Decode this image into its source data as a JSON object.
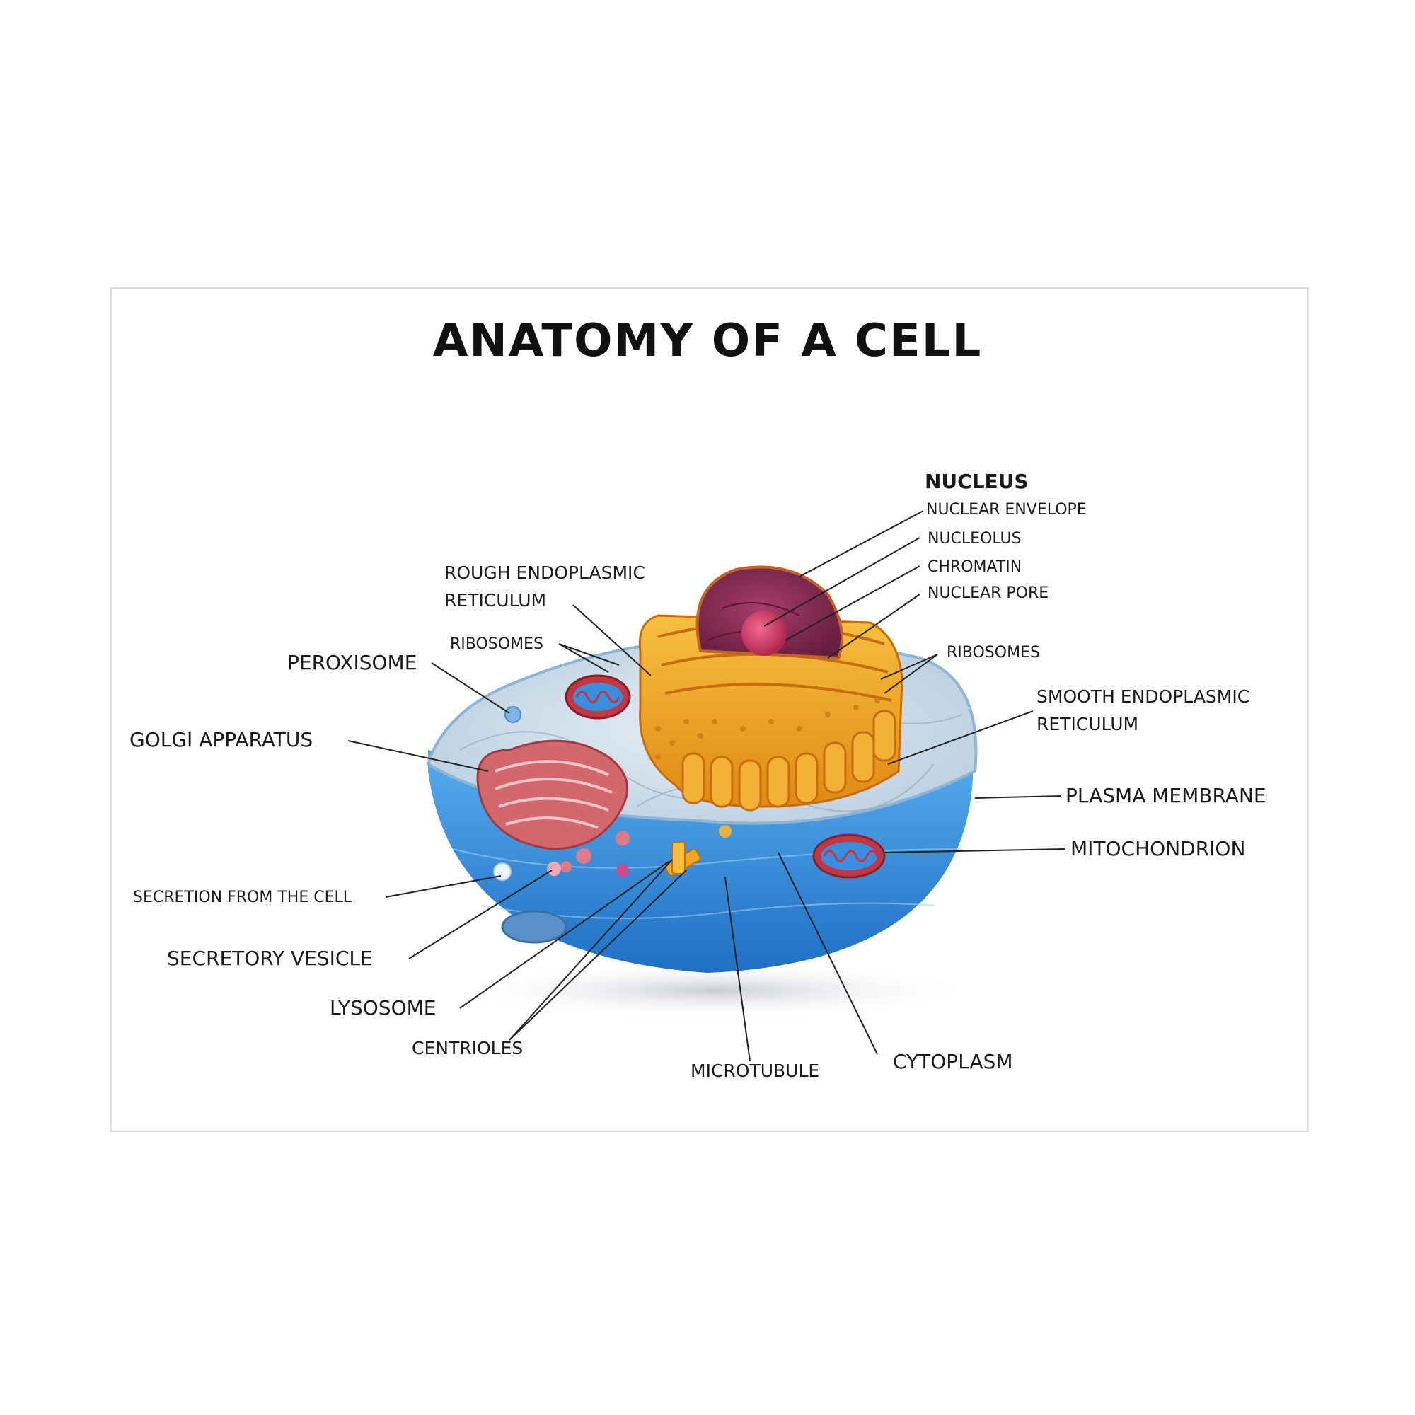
{
  "title": "ANATOMY OF A CELL",
  "labels": {
    "nucleus": "NUCLEUS",
    "nuclear_envelope": "NUCLEAR ENVELOPE",
    "nucleolus": "NUCLEOLUS",
    "chromatin": "CHROMATIN",
    "nuclear_pore": "NUCLEAR PORE",
    "rough_er_line1": "ROUGH ENDOPLASMIC",
    "rough_er_line2": "RETICULUM",
    "ribosomes_left": "RIBOSOMES",
    "ribosomes_right": "RIBOSOMES",
    "peroxisome": "PEROXISOME",
    "golgi": "GOLGI APPARATUS",
    "smooth_er_line1": "SMOOTH ENDOPLASMIC",
    "smooth_er_line2": "RETICULUM",
    "plasma_membrane": "PLASMA MEMBRANE",
    "mitochondrion": "MITOCHONDRION",
    "secretion": "SECRETION FROM THE CELL",
    "secretory_vesicle": "SECRETORY VESICLE",
    "lysosome": "LYSOSOME",
    "centrioles": "CENTRIOLES",
    "microtubule": "MICROTUBULE",
    "cytoplasm": "CYTOPLASM"
  },
  "colors": {
    "cell_body": "#2f8ee0",
    "cytoplasm_top": "#c9dbe8",
    "er": "#f0a822",
    "nucleus": "#8b2a55",
    "golgi": "#c9575c",
    "mitochondrion": "#b8303a"
  }
}
